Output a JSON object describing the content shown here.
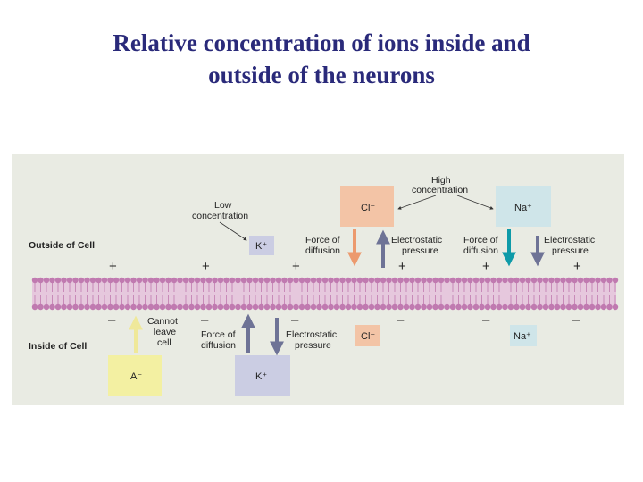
{
  "title": {
    "line1": "Relative concentration of ions inside and",
    "line2": "outside of the neurons"
  },
  "regions": {
    "outside": "Outside of Cell",
    "inside": "Inside of Cell"
  },
  "labels": {
    "low_concentration_1": "Low",
    "low_concentration_2": "concentration",
    "high_concentration_1": "High",
    "high_concentration_2": "concentration",
    "force_diffusion_1": "Force of",
    "force_diffusion_2": "diffusion",
    "electrostatic_1": "Electrostatic",
    "electrostatic_2": "pressure",
    "cannot_1": "Cannot",
    "cannot_2": "leave",
    "cannot_3": "cell"
  },
  "ions": {
    "k_outside": "K⁺",
    "cl_outside": "Cl⁻",
    "na_outside": "Na⁺",
    "a_inside": "A⁻",
    "k_inside": "K⁺",
    "cl_inside": "Cl⁻",
    "na_inside": "Na⁺"
  },
  "charges": {
    "outside": "+",
    "inside": "–"
  },
  "colors": {
    "title": "#2a2a7a",
    "figure_background": "#e9ebe3",
    "membrane_head": "#c07ab0",
    "membrane_tail": "#e6c8dd",
    "cl_box": "#f3c4a6",
    "na_box": "#cfe5e9",
    "k_box": "#cbcde3",
    "a_box": "#f3f0a2",
    "cl_arrow": "#ec9a6e",
    "na_arrow": "#0e9aa8",
    "k_arrow": "#6e7396",
    "a_arrow": "#efe89a"
  }
}
